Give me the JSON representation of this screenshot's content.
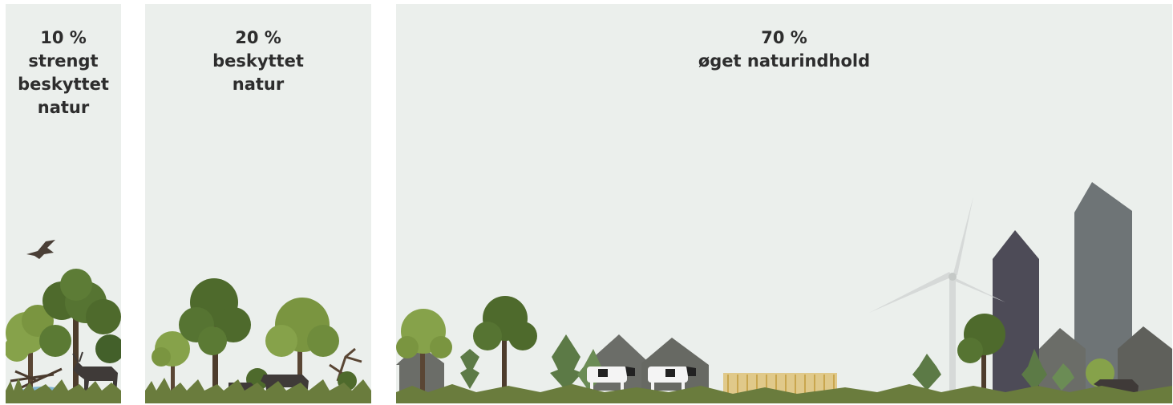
{
  "panels": [
    {
      "percent": "10 %",
      "lines": [
        "strengt",
        "beskyttet",
        "natur"
      ]
    },
    {
      "percent": "20 %",
      "lines": [
        "beskyttet",
        "natur"
      ]
    },
    {
      "percent": "70 %",
      "lines": [
        "øget naturindhold"
      ]
    }
  ],
  "colors": {
    "panel_bg": "#ebefec",
    "text": "#2d2d2d",
    "grass": "#6a7c3d",
    "tree_dark": "#4e6a2c",
    "tree_light": "#86a24a",
    "animal": "#3f3a38",
    "building_dark": "#4d4b57",
    "building_gray": "#6e7476",
    "wind_turbine": "#d6d9d8"
  }
}
